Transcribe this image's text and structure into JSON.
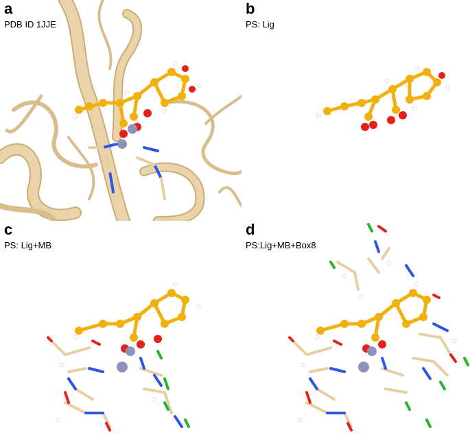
{
  "panels": [
    {
      "id": "a",
      "letter": "a",
      "caption": "PDB ID 1JJE"
    },
    {
      "id": "b",
      "letter": "b",
      "caption": "PS: Lig"
    },
    {
      "id": "c",
      "letter": "c",
      "caption": "PS: Lig+MB"
    },
    {
      "id": "d",
      "letter": "d",
      "caption": "PS:Lig+MB+Box8"
    }
  ],
  "colors": {
    "ribbon": "#ead3a8",
    "ribbon_edge": "#c9ac7a",
    "ligand": "#f2b00f",
    "oxygen": "#e8201b",
    "nitrogen": "#2d55e6",
    "hydrogen": "#ffffff",
    "carbon_stick": "#e6cfa2",
    "zinc": "#8d92ba",
    "chlorine": "#2bb32b",
    "sulfur": "#e6e01c"
  }
}
